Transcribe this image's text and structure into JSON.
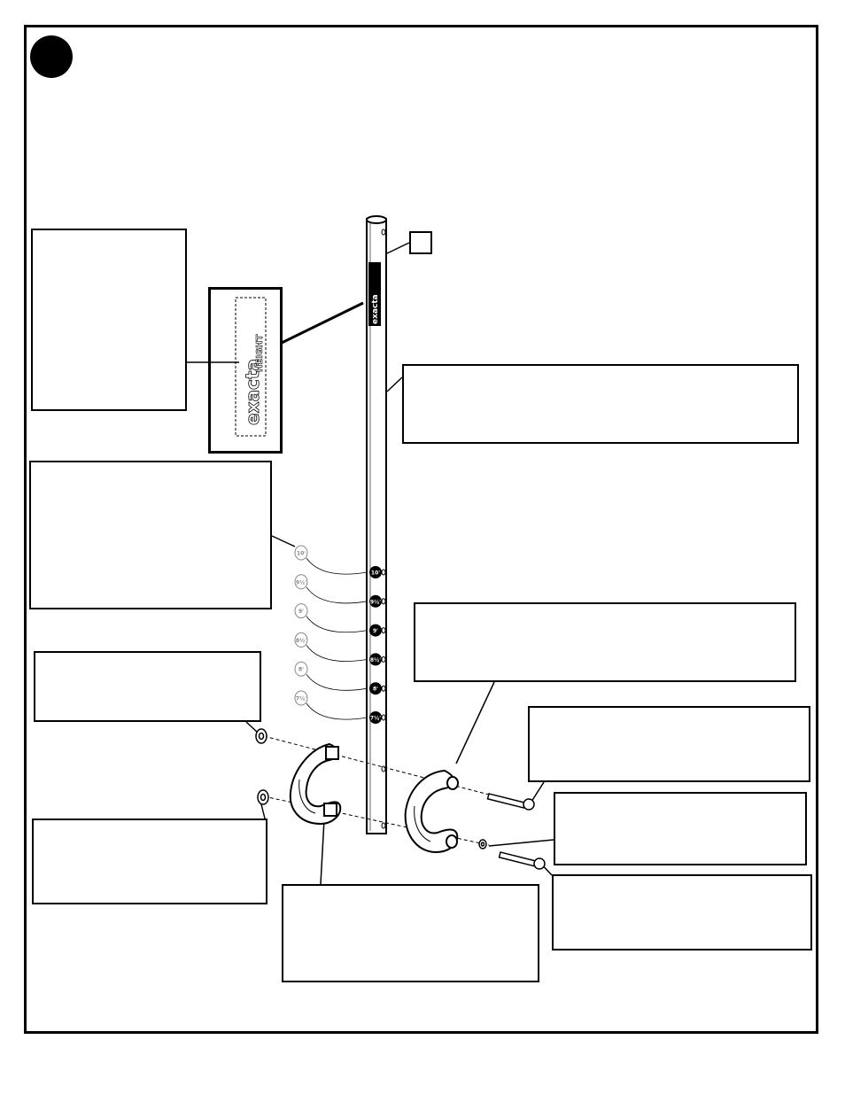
{
  "diagram": {
    "pole_label_main": "exacta",
    "pole_label_sub": "HEIGHT",
    "height_marks_pole": [
      "10'",
      "9½'",
      "9'",
      "8½'",
      "8'",
      "7½'"
    ],
    "height_marks_ghost": [
      "10'",
      "9½'",
      "9'",
      "8½'",
      "8'",
      "7½'"
    ]
  },
  "colors": {
    "line": "#000000",
    "background": "#ffffff"
  }
}
